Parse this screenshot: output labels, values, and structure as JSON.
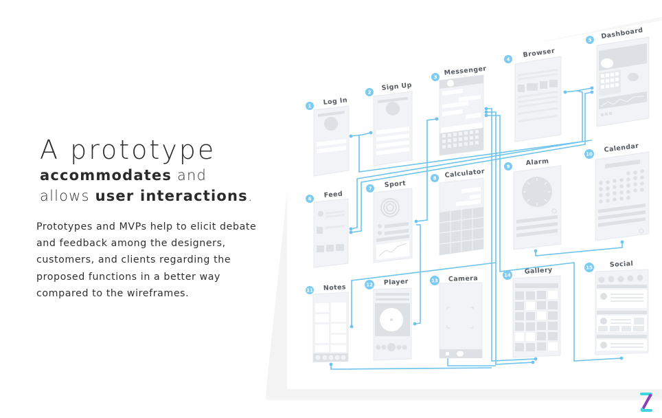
{
  "headline": {
    "title": "A prototype",
    "line2_bold": "accommodates",
    "line2_rest": " and",
    "line3_pre": "allows ",
    "line3_bold": "user interactions",
    "line3_post": "."
  },
  "body": {
    "paragraph": "Prototypes and MVPs help to elicit debate and feedback among the designers, customers, and clients regarding the proposed functions in a better way compared to the wireframes."
  },
  "colors": {
    "accent": "#7ecbf0",
    "connector": "#6cc3ee",
    "wireframe_fill": "#f1f3f6",
    "wireframe_block": "#dcdfe3",
    "logo_teal": "#3fd6de",
    "logo_purple": "#8e3fb6"
  },
  "screens": [
    {
      "num": "1",
      "label": "Log In"
    },
    {
      "num": "2",
      "label": "Sign Up"
    },
    {
      "num": "3",
      "label": "Messenger"
    },
    {
      "num": "4",
      "label": "Browser"
    },
    {
      "num": "5",
      "label": "Dashboard"
    },
    {
      "num": "6",
      "label": "Feed"
    },
    {
      "num": "7",
      "label": "Sport"
    },
    {
      "num": "8",
      "label": "Calculator"
    },
    {
      "num": "9",
      "label": "Alarm"
    },
    {
      "num": "10",
      "label": "Calendar"
    },
    {
      "num": "11",
      "label": "Notes"
    },
    {
      "num": "12",
      "label": "Player"
    },
    {
      "num": "13",
      "label": "Camera"
    },
    {
      "num": "14",
      "label": "Gallery"
    },
    {
      "num": "15",
      "label": "Social"
    }
  ],
  "logo": {
    "icon": "z-logo-icon"
  }
}
